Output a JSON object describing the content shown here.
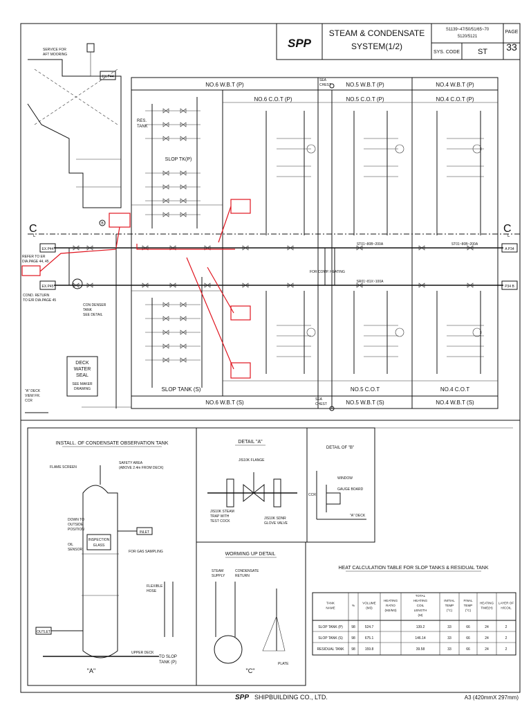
{
  "title_block": {
    "logo": "SPP",
    "title_line1": "STEAM & CONDENSATE",
    "title_line2": "SYSTEM(1/2)",
    "hull_nos_line1": "S1139~47/50/51/65~70",
    "hull_nos_line2": "5120/5121",
    "sys_code_label": "SYS. CODE",
    "sys_code": "ST",
    "page_label": "PAGE",
    "page_no": "33"
  },
  "tanks": {
    "top": [
      "NO.6 W.B.T (P)",
      "NO.5 W.B.T (P)",
      "NO.4 W.B.T (P)"
    ],
    "cot_top": [
      "NO.6 C.O.T (P)",
      "NO.5 C.O.T (P)",
      "NO.4 C.O.T (P)"
    ],
    "bottom": [
      "NO.6 W.B.T (S)",
      "NO.5 W.B.T (S)",
      "NO.4 W.B.T (S)"
    ],
    "cot_bottom": [
      "NO.5 C.O.T",
      "NO.4 C.O.T"
    ],
    "slop_p": "SLOP TK(P)",
    "slop_s": "SLOP TANK (S)",
    "res_tank_l1": "RES.",
    "res_tank_l2": "TANK",
    "sea_chest_l1": "SEA",
    "sea_chest_l2": "CHEST"
  },
  "mains": {
    "steam_line": "ST01~80B~200A",
    "cond_line": "SR01~81X~100A",
    "connector_left_top": "EX.P44",
    "connector_left_bottom": "EX.P45",
    "connector_right_top": "A  P34",
    "connector_right_bottom": "P34  B",
    "cl_mark": "C",
    "cl_sub": "L"
  },
  "notes": {
    "refer_l1": "REFER TO ER",
    "refer_l2": "DIA.PAGE 44, 45",
    "cond_return_l1": "COND. RETURN",
    "cond_return_l2": "TO E/R DIA.PAGE 45",
    "service_l1": "SERVICE FOR",
    "service_l2": "AFT MOORING",
    "condenser_l1": "CON DENSER",
    "condenser_l2": "TANK",
    "condenser_l3": "SEE DETAIL",
    "deck_l1": "DECK",
    "deck_l2": "WATER",
    "deck_l3": "SEAL",
    "deck_l4": "SEE MAKER",
    "deck_l5": "DRAWING",
    "a_deck_l1": "\"A\" DECK",
    "a_deck_l2": "VIEW FR.",
    "a_deck_l3": "CCR",
    "for_comp": "FOR COMP. HEATING"
  },
  "details": {
    "install_title": "INSTALL. OF CONDENSATE OBSERVATION TANK",
    "flame_screen": "FLAME SCREEN",
    "safety_area_l1": "SAFETY AREA",
    "safety_area_l2": "(ABOVE 2.4m FROM DECK)",
    "down_to_l1": "DOWN TO",
    "down_to_l2": "OUTSIDE",
    "down_to_l3": "POSITION",
    "oil_sensor_l1": "OIL",
    "oil_sensor_l2": "SENSOR",
    "inspection_l1": "INSPECTION",
    "inspection_l2": "GLASS",
    "inlet": "INLET",
    "for_gas": "FOR GAS SAMPLING",
    "flexible_l1": "FLEXIBLE",
    "flexible_l2": "HOSE",
    "outlet": "OUTLET",
    "upper_deck": "UPPER DECK",
    "to_slop_l1": "TO SLOP",
    "to_slop_l2": "TANK (P)",
    "detail_a_title": "DETAIL \"A\"",
    "flange": "JIS10K FLANGE",
    "steam_trap_l1": "JIS10K STEAM",
    "steam_trap_l2": "TRAP WITH",
    "steam_trap_l3": "TEST COCK",
    "globe_l1": "JIS10K SDNR",
    "globe_l2": "GLOVE VALVE",
    "detail_b_title": "DETAIL OF \"B\"",
    "window": "WINDOW",
    "gauge_board": "GAUGE BOARD",
    "ccr": "CCR",
    "a_deck": "\"A\" DECK",
    "warming_title": "WORMING UP DETAIL",
    "steam_supply_l1": "STEAM",
    "steam_supply_l2": "SUPPLY",
    "cond_return_l1": "CONDENSATE",
    "cond_return_l2": "RETURN",
    "view_a": "\"A\"",
    "view_c": "\"C\"",
    "plate": "PLATE"
  },
  "heat_table": {
    "title": "HEAT CALCULATION TABLE FOR SLOP TANKS & RESIDUAL TANK",
    "headers": [
      "TANK NAME",
      "%",
      "VOLUME (M3)",
      "HEATING RATIO (M2/M3)",
      "TOTAL HEATING COIL LENGTH (M)",
      "INITIAL TEMP (°C)",
      "FINAL TEMP (°C)",
      "HEATING TIME(H)",
      "LAYER OF H/COIL"
    ],
    "rows": [
      [
        "SLOP TANK (P)",
        "98",
        "524.7",
        "",
        "139.2",
        "33",
        "66",
        "24",
        "2"
      ],
      [
        "SLOP TANK (S)",
        "98",
        "675.1",
        "",
        "146.14",
        "33",
        "66",
        "24",
        "2"
      ],
      [
        "RESIDUAL TANK",
        "98",
        "159.8",
        "",
        "39.58",
        "33",
        "66",
        "24",
        "2"
      ]
    ]
  },
  "footer": {
    "company": "SHIPBUILDING CO., LTD.",
    "paper": "A3 (420mmX 297mm)"
  },
  "colors": {
    "markup": "#e0141e",
    "ink": "#111111"
  }
}
